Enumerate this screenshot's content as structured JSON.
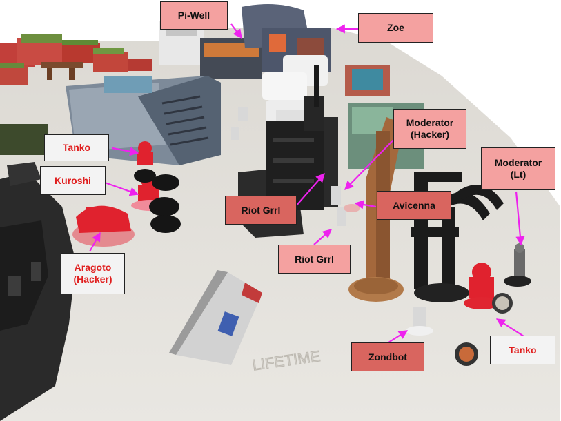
{
  "colors": {
    "label_pink": "#f4a1a0",
    "label_dark": "#d9655f",
    "label_white": "#f3f3f3",
    "red_text": "#e01e1e",
    "arrow": "#ee22ee",
    "table": "#e6e3dd"
  },
  "labels": {
    "pi_well": "Pi-Well",
    "zoe": "Zoe",
    "moderator_hacker": "Moderator\n(Hacker)",
    "moderator_lt": "Moderator\n(Lt)",
    "tanko_left": "Tanko",
    "kuroshi": "Kuroshi",
    "aragoto": "Aragoto\n(Hacker)",
    "riot_grrl_1": "Riot Grrl",
    "avicenna": "Avicenna",
    "riot_grrl_2": "Riot Grrl",
    "zondbot": "Zondbot",
    "tanko_right": "Tanko"
  }
}
